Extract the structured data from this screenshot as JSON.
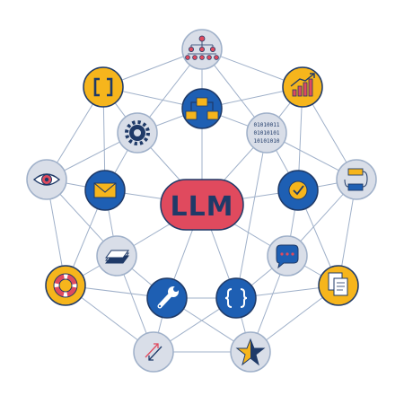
{
  "center": {
    "label": "LLM"
  },
  "binary": {
    "lines": [
      "01010011",
      "01010101",
      "10101010"
    ]
  },
  "colors": {
    "blue_fill": "#1e5fb3",
    "yellow_fill": "#f6b51c",
    "gray_fill": "#d9dee8",
    "stroke": "#1f3a68",
    "center_fill": "#e04a5e",
    "edge": "#9fb0c9"
  },
  "nodes": [
    {
      "id": "hierarchy",
      "icon": "hierarchy-icon"
    },
    {
      "id": "brackets",
      "icon": "square-brackets-icon"
    },
    {
      "id": "chart",
      "icon": "bar-chart-icon"
    },
    {
      "id": "flowchart",
      "icon": "flowchart-icon"
    },
    {
      "id": "gear",
      "icon": "gear-icon"
    },
    {
      "id": "binary",
      "icon": "binary-code-icon"
    },
    {
      "id": "eye",
      "icon": "eye-icon"
    },
    {
      "id": "mail",
      "icon": "envelope-icon"
    },
    {
      "id": "check",
      "icon": "checkmark-icon"
    },
    {
      "id": "database",
      "icon": "database-icon"
    },
    {
      "id": "layers",
      "icon": "layers-icon"
    },
    {
      "id": "chat",
      "icon": "chat-bubble-icon"
    },
    {
      "id": "lifebuoy",
      "icon": "lifebuoy-icon"
    },
    {
      "id": "documents",
      "icon": "documents-icon"
    },
    {
      "id": "wrench",
      "icon": "wrench-icon"
    },
    {
      "id": "curly",
      "icon": "curly-braces-icon"
    },
    {
      "id": "arrows",
      "icon": "diagonal-arrows-icon"
    },
    {
      "id": "star",
      "icon": "star-icon"
    }
  ]
}
